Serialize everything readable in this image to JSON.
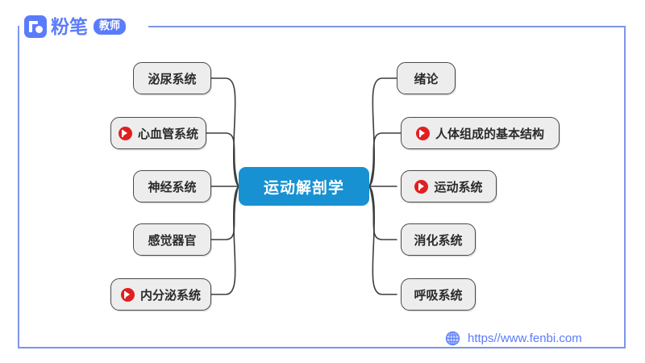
{
  "brand": {
    "word": "粉笔",
    "badge": "教师",
    "logo_icon": "fenbi-logo-icon",
    "color": "#5b7cfa"
  },
  "frame": {
    "border_color": "#7d95e8"
  },
  "mindmap": {
    "center": {
      "label": "运动解剖学",
      "color": "#1891d2",
      "text_color": "#ffffff"
    },
    "node_style": {
      "background": "#ededed",
      "border_color": "#4a4a4a",
      "text_color": "#2b2b2b",
      "icon_color": "#e02020"
    },
    "left_nodes": [
      {
        "label": "泌尿系统",
        "has_play_icon": false
      },
      {
        "label": "心血管系统",
        "has_play_icon": true
      },
      {
        "label": "神经系统",
        "has_play_icon": false
      },
      {
        "label": "感觉器官",
        "has_play_icon": false
      },
      {
        "label": "内分泌系统",
        "has_play_icon": true
      }
    ],
    "right_nodes": [
      {
        "label": "绪论",
        "has_play_icon": false
      },
      {
        "label": "人体组成的基本结构",
        "has_play_icon": true
      },
      {
        "label": "运动系统",
        "has_play_icon": true
      },
      {
        "label": "消化系统",
        "has_play_icon": false
      },
      {
        "label": "呼吸系统",
        "has_play_icon": false
      }
    ]
  },
  "footer": {
    "globe_icon": "globe-icon",
    "url": "https//www.fenbi.com",
    "color": "#5b7cfa"
  }
}
